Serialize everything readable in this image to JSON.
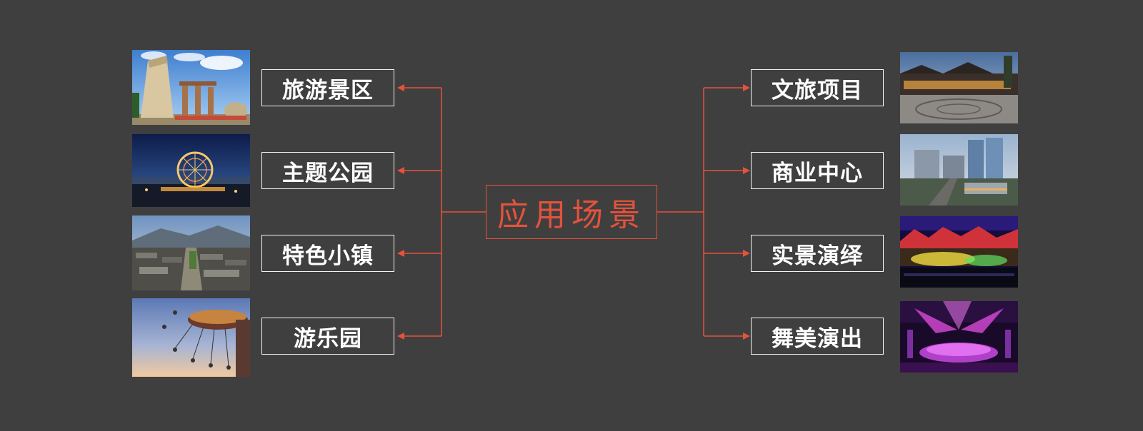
{
  "center": {
    "label": "应用场景"
  },
  "left_items": [
    {
      "label": "旅游景区",
      "thumbnail": "tourist-site-photo"
    },
    {
      "label": "主题公园",
      "thumbnail": "ferris-wheel-night-photo"
    },
    {
      "label": "特色小镇",
      "thumbnail": "old-town-rooftops-photo"
    },
    {
      "label": "游乐园",
      "thumbnail": "swing-ride-dusk-photo"
    }
  ],
  "right_items": [
    {
      "label": "文旅项目",
      "thumbnail": "plaza-buildings-dusk-photo"
    },
    {
      "label": "商业中心",
      "thumbnail": "commercial-towers-photo"
    },
    {
      "label": "实景演绎",
      "thumbnail": "outdoor-show-stage-photo"
    },
    {
      "label": "舞美演出",
      "thumbnail": "purple-stage-photo"
    }
  ],
  "colors": {
    "background": "#3f3f3f",
    "accent": "#e5523b",
    "box_border": "#f2f2f2",
    "text": "#ffffff"
  }
}
